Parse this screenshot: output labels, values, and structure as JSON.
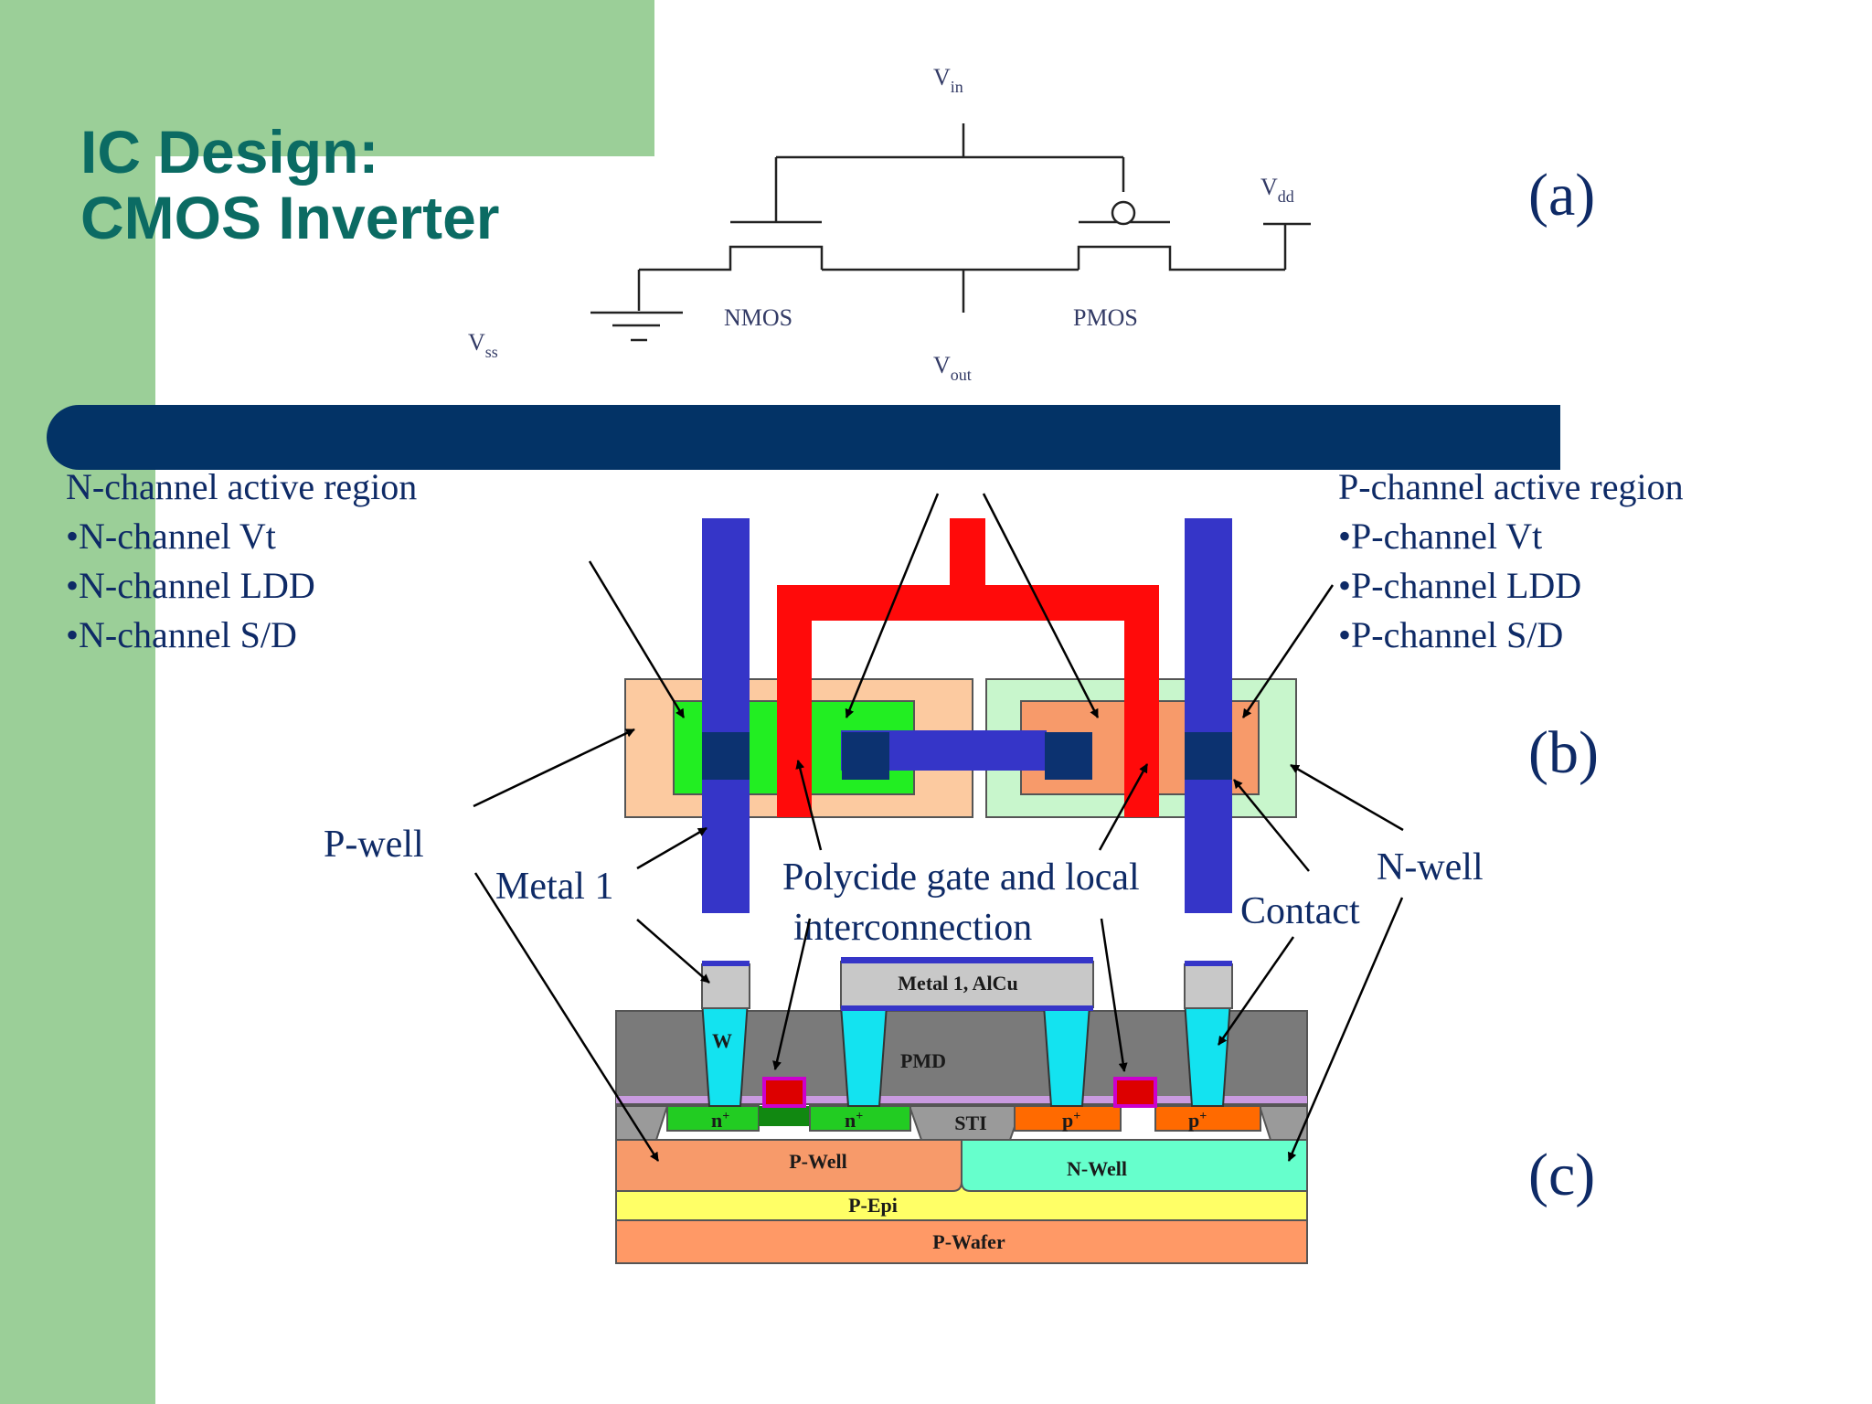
{
  "title": {
    "line1": "IC Design:",
    "line2": "CMOS Inverter"
  },
  "schematic": {
    "vin": "V",
    "vin_sub": "in",
    "vdd": "V",
    "vdd_sub": "dd",
    "vss": "V",
    "vss_sub": "ss",
    "vout": "V",
    "vout_sub": "out",
    "nmos": "NMOS",
    "pmos": "PMOS"
  },
  "panels": {
    "a": "(a)",
    "b": "(b)",
    "c": "(c)"
  },
  "left_list": {
    "heading": "N-channel active region",
    "items": [
      "N-channel Vt",
      "N-channel LDD",
      "N-channel S/D"
    ]
  },
  "right_list": {
    "heading": "P-channel active region",
    "items": [
      "P-channel Vt",
      "P-channel LDD",
      "P-channel S/D"
    ]
  },
  "labels": {
    "p_well": "P-well",
    "metal1": "Metal 1",
    "polycide_line1": "Polycide gate and local",
    "polycide_line2": "interconnection",
    "contact": "Contact",
    "n_well": "N-well"
  },
  "cross_section": {
    "metal1_alcu": "Metal 1, AlCu",
    "w": "W",
    "pmd": "PMD",
    "n_plus": "n",
    "p_plus": "p",
    "plus": "+",
    "sti": "STI",
    "p_well": "P-Well",
    "n_well": "N-Well",
    "p_epi": "P-Epi",
    "p_wafer": "P-Wafer"
  },
  "colors": {
    "title": "#0b6b63",
    "green_band": "#9bcf98",
    "navy_bar": "#033366",
    "text": "#0e2a66",
    "metal_blue": "#3535c8",
    "poly_red": "#ff0a0a",
    "n_active": "#22ee22",
    "p_active": "#f79a6a",
    "p_well": "#fccaa0",
    "n_well": "#c8f6cc",
    "contact": "#0c3270",
    "tungsten": "#13e3f0",
    "pmd": "#7a7a7a",
    "n_well_xs": "#66ffcc",
    "p_epi": "#ffff66",
    "p_wafer": "#ff9966"
  }
}
